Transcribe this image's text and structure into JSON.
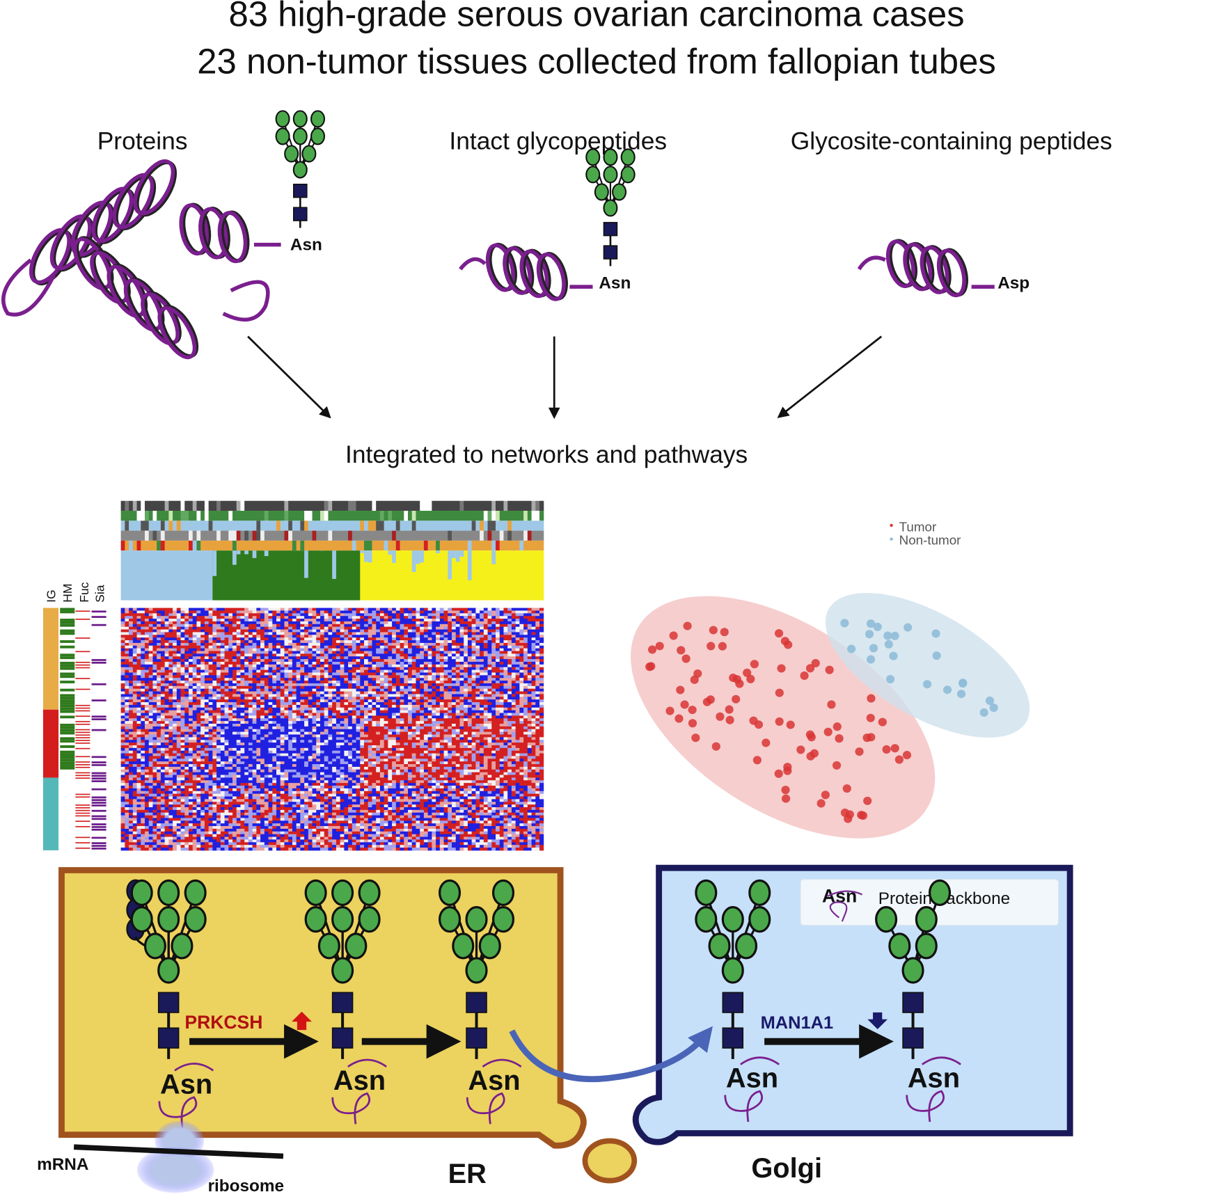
{
  "title": {
    "line1": "83 high-grade serous ovarian carcinoma cases",
    "line2": "23 non-tumor tissues collected from fallopian tubes"
  },
  "inputs": [
    {
      "label": "Proteins",
      "residue": "Asn"
    },
    {
      "label": "Intact glycopeptides",
      "residue": "Asn"
    },
    {
      "label": "Glycosite-containing peptides",
      "residue": "Asp"
    }
  ],
  "integration_label": "Integrated to networks and pathways",
  "heatmap": {
    "row_annotations": [
      "IG",
      "HM",
      "Fuc",
      "Sia"
    ],
    "colors": {
      "high": "#d42020",
      "low": "#2020e0",
      "mid": "#f4f0f0"
    }
  },
  "pca": {
    "legend": [
      {
        "label": "Tumor",
        "color": "#d93535"
      },
      {
        "label": "Non-tumor",
        "color": "#8fbcd8"
      }
    ]
  },
  "pathway": {
    "er_label": "ER",
    "golgi_label": "Golgi",
    "mrna_label": "mRNA",
    "ribosome_label": "ribosome",
    "residue": "Asn",
    "enzyme_up": {
      "name": "PRKCSH",
      "direction": "up",
      "color": "#b01010"
    },
    "enzyme_down": {
      "name": "MAN1A1",
      "direction": "down",
      "color": "#1a1a6a"
    },
    "legend": {
      "symbol": "Asn",
      "label": "Protein backbone"
    }
  }
}
